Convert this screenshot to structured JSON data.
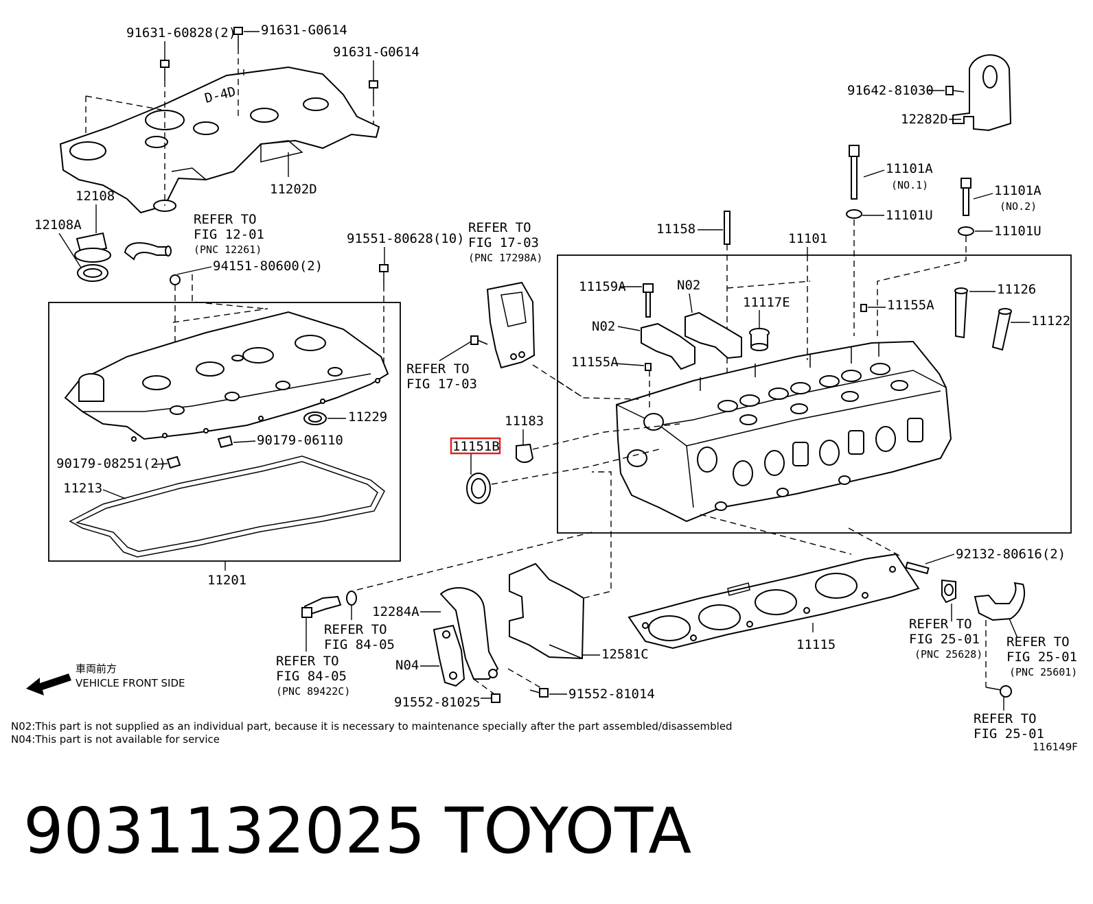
{
  "parts": {
    "p91631_60828": "91631-60828(2)",
    "p91631_g0614_a": "91631-G0614",
    "p91631_g0614_b": "91631-G0614",
    "p11202d": "11202D",
    "p12108": "12108",
    "p12108a": "12108A",
    "p91551": "91551-80628(10)",
    "p94151": "94151-80600(2)",
    "p11229": "11229",
    "p90179_06110": "90179-06110",
    "p90179_08251": "90179-08251(2)",
    "p11213": "11213",
    "p11201": "11201",
    "p91642": "91642-81030",
    "p12282d": "12282D",
    "p11101a_1": "11101A",
    "p11101a_1_no": "(NO.1)",
    "p11101a_2": "11101A",
    "p11101a_2_no": "(NO.2)",
    "p11101u_1": "11101U",
    "p11101u_2": "11101U",
    "p11158": "11158",
    "p11101": "11101",
    "p11159a": "11159A",
    "pn02_a": "N02",
    "pn02_b": "N02",
    "p11117e": "11117E",
    "p11155a_1": "11155A",
    "p11155a_2": "11155A",
    "p11126": "11126",
    "p11122": "11122",
    "p11183": "11183",
    "p11151b": "11151B",
    "p92132": "92132-80616(2)",
    "p12284a": "12284A",
    "pn04": "N04",
    "p12581c": "12581C",
    "p11115": "11115",
    "p91552_81025": "91552-81025",
    "p91552_81014": "91552-81014"
  },
  "refs": {
    "r12_01": {
      "l1": "REFER TO",
      "l2": "FIG 12-01",
      "l3": "(PNC 12261)"
    },
    "r17_03a": {
      "l1": "REFER TO",
      "l2": "FIG 17-03",
      "l3": "(PNC 17298A)"
    },
    "r17_03b": {
      "l1": "REFER TO",
      "l2": "FIG 17-03"
    },
    "r84_05a": {
      "l1": "REFER TO",
      "l2": "FIG 84-05"
    },
    "r84_05b": {
      "l1": "REFER TO",
      "l2": "FIG 84-05",
      "l3": "(PNC 89422C)"
    },
    "r25_01a": {
      "l1": "REFER TO",
      "l2": "FIG 25-01",
      "l3": "(PNC 25628)"
    },
    "r25_01b": {
      "l1": "REFER TO",
      "l2": "FIG 25-01",
      "l3": "(PNC 25601)"
    },
    "r25_01c": {
      "l1": "REFER TO",
      "l2": "FIG 25-01"
    }
  },
  "logo": {
    "emblem": "D-4D"
  },
  "front": {
    "jp": "車両前方",
    "en": "VEHICLE FRONT SIDE"
  },
  "notes": {
    "n02": "N02:This part is not supplied as an individual part, because it is necessary to maintenance specially after the part assembled/disassembled",
    "n04": "N04:This part is not available for service"
  },
  "figure_id": "116149F",
  "caption": {
    "part_number": "9031132025",
    "brand": "TOYOTA"
  },
  "highlight_color": "#e02020"
}
